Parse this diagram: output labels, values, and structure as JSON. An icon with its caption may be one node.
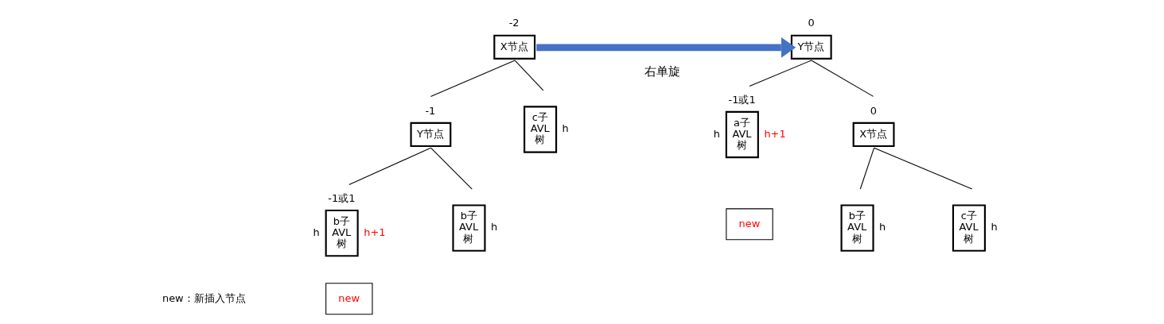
{
  "diagram": {
    "nodes": [
      {
        "text": [
          "X节点"
        ],
        "beside": [
          "-2"
        ]
      },
      {
        "text": [
          "Y节点"
        ],
        "beside": [
          "-1"
        ]
      },
      {
        "text": [
          "c子 AVL 树"
        ],
        "beside": [
          "h"
        ]
      },
      {
        "text": [
          "b子 AVL 树"
        ],
        "beside": [
          "-1或1",
          "h",
          "h+1"
        ]
      },
      {
        "text": [
          "new"
        ]
      },
      {
        "text": [
          "b子 AVL 树"
        ],
        "beside": [
          "h"
        ]
      },
      {
        "text": [
          "Y节点"
        ],
        "beside": [
          "0"
        ]
      },
      {
        "text": [
          "a子 AVL 树"
        ],
        "beside": [
          "-1或1",
          "h",
          "h+1"
        ]
      },
      {
        "text": [
          "new"
        ]
      },
      {
        "text": [
          "X节点"
        ],
        "beside": [
          "0"
        ]
      },
      {
        "text": [
          "b子 AVL 树"
        ],
        "beside": [
          "h"
        ]
      },
      {
        "text": [
          "c子 AVL 树"
        ],
        "beside": [
          "h"
        ]
      }
    ],
    "edges": [
      {
        "from": 0,
        "to": 1,
        "arrow": "none"
      },
      {
        "from": 0,
        "to": 2,
        "arrow": "none"
      },
      {
        "from": 1,
        "to": 3,
        "arrow": "none"
      },
      {
        "from": 1,
        "to": 5,
        "arrow": "none"
      },
      {
        "from": 0,
        "to": 6,
        "arrow": "to",
        "label": "右单旋",
        "style": "thick",
        "color": "#4472c4"
      },
      {
        "from": 6,
        "to": 7,
        "arrow": "none"
      },
      {
        "from": 6,
        "to": 9,
        "arrow": "none"
      },
      {
        "from": 9,
        "to": 10,
        "arrow": "none"
      },
      {
        "from": 9,
        "to": 11,
        "arrow": "none"
      }
    ],
    "labels": [
      "new：新插入节点"
    ]
  }
}
